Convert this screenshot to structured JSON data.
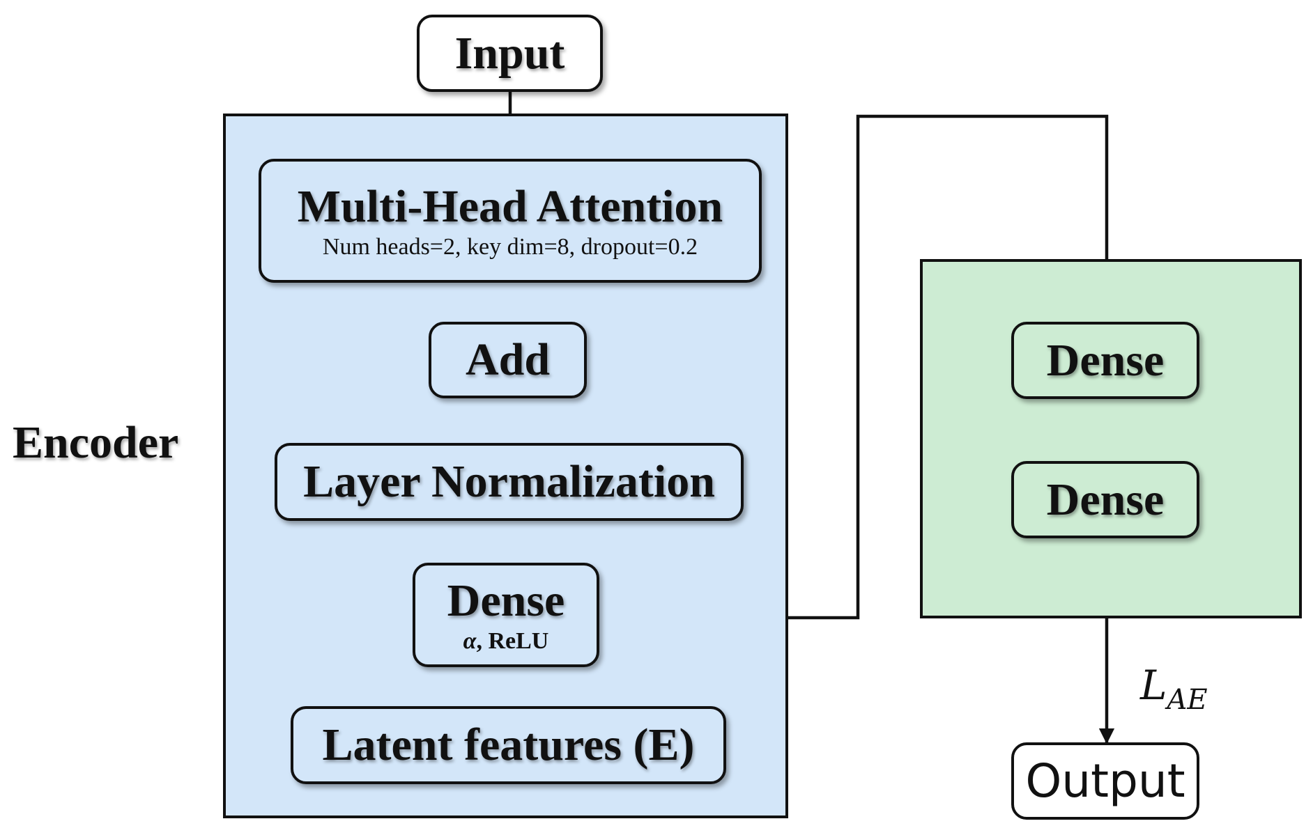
{
  "diagram": {
    "input_label": "Input",
    "encoder_label": "Encoder",
    "mha": {
      "title": "Multi-Head Attention",
      "params": "Num heads=2, key dim=8, dropout=0.2"
    },
    "add_label": "Add",
    "layer_norm_label": "Layer Normalization",
    "enc_dense": {
      "title": "Dense",
      "alpha": "α",
      "activation": ", ReLU"
    },
    "latent_label": "Latent features (E)",
    "dec_dense1_label": "Dense",
    "dec_dense2_label": "Dense",
    "output_label": "Output",
    "loss": {
      "symbol": "L",
      "subscript": "AE"
    },
    "colors": {
      "encoder_fill": "#d3e6f9",
      "decoder_fill": "#cdecd3",
      "stroke": "#111111"
    }
  }
}
